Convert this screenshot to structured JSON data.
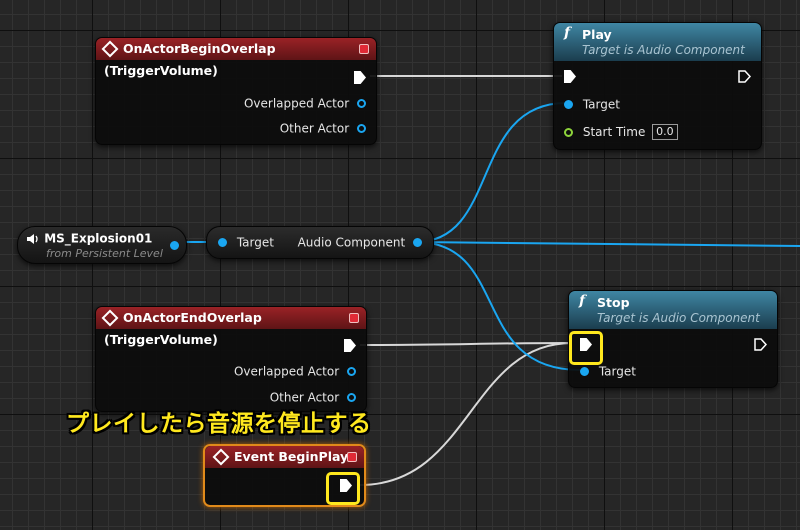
{
  "colors": {
    "event_header": "#8c1e22",
    "function_header": "#2e6a86",
    "object_pin": "#1aa6f1",
    "float_pin": "#8ed43b",
    "exec_wire": "#ffffff",
    "highlight": "#ffe81e",
    "begin_play_border": "#e18a1a"
  },
  "nodes": {
    "begin_overlap": {
      "title": "OnActorBeginOverlap (TriggerVolume)",
      "pins": [
        "Overlapped Actor",
        "Other Actor"
      ]
    },
    "play": {
      "title": "Play",
      "subtitle": "Target is Audio Component",
      "pins": [
        "Target",
        "Start Time"
      ],
      "start_time_value": "0.0"
    },
    "ms_explosion": {
      "title": "MS_Explosion01",
      "subtitle": "from Persistent Level",
      "icon": "speaker-icon"
    },
    "get_audio": {
      "input": "Target",
      "output": "Audio Component"
    },
    "end_overlap": {
      "title": "OnActorEndOverlap (TriggerVolume)",
      "pins": [
        "Overlapped Actor",
        "Other Actor"
      ]
    },
    "stop": {
      "title": "Stop",
      "subtitle": "Target is Audio Component",
      "pins": [
        "Target"
      ]
    },
    "begin_play": {
      "title": "Event BeginPlay"
    }
  },
  "annotation": {
    "caption": "プレイしたら音源を停止する"
  }
}
